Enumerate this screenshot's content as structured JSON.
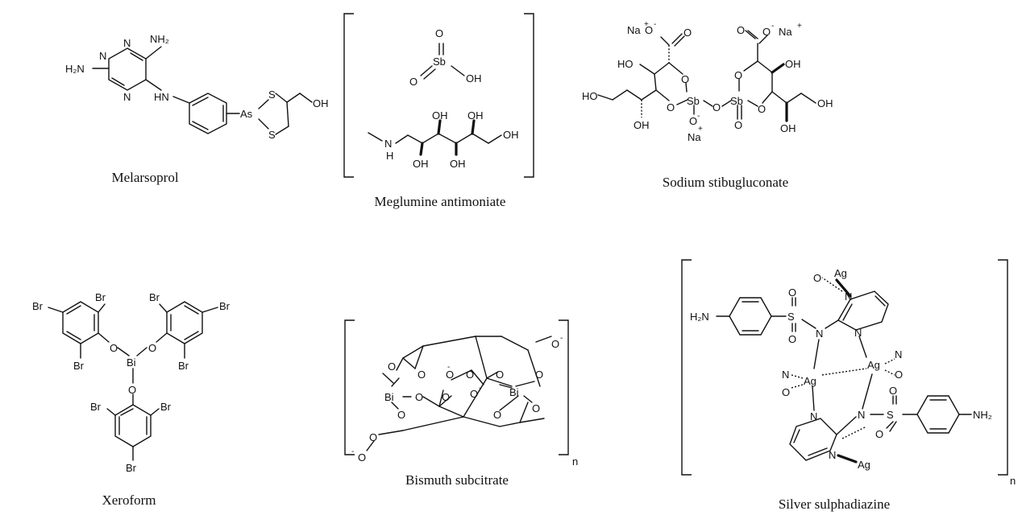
{
  "compounds": [
    {
      "name": "Melarsoprol"
    },
    {
      "name": "Meglumine antimoniate"
    },
    {
      "name": "Sodium stibugluconate"
    },
    {
      "name": "Xeroform"
    },
    {
      "name": "Bismuth subcitrate",
      "repeat": "n"
    },
    {
      "name": "Silver sulphadiazine",
      "repeat": "n"
    }
  ],
  "atoms": {
    "NH2": "NH₂",
    "H2N": "H₂N",
    "N": "N",
    "HN": "HN",
    "H": "H",
    "As": "As",
    "S": "S",
    "OH": "OH",
    "HO": "HO",
    "O": "O",
    "Sb": "Sb",
    "Na": "Na",
    "Br": "Br",
    "Bi": "Bi",
    "Ag": "Ag",
    "plus": "+",
    "minus": "-"
  }
}
